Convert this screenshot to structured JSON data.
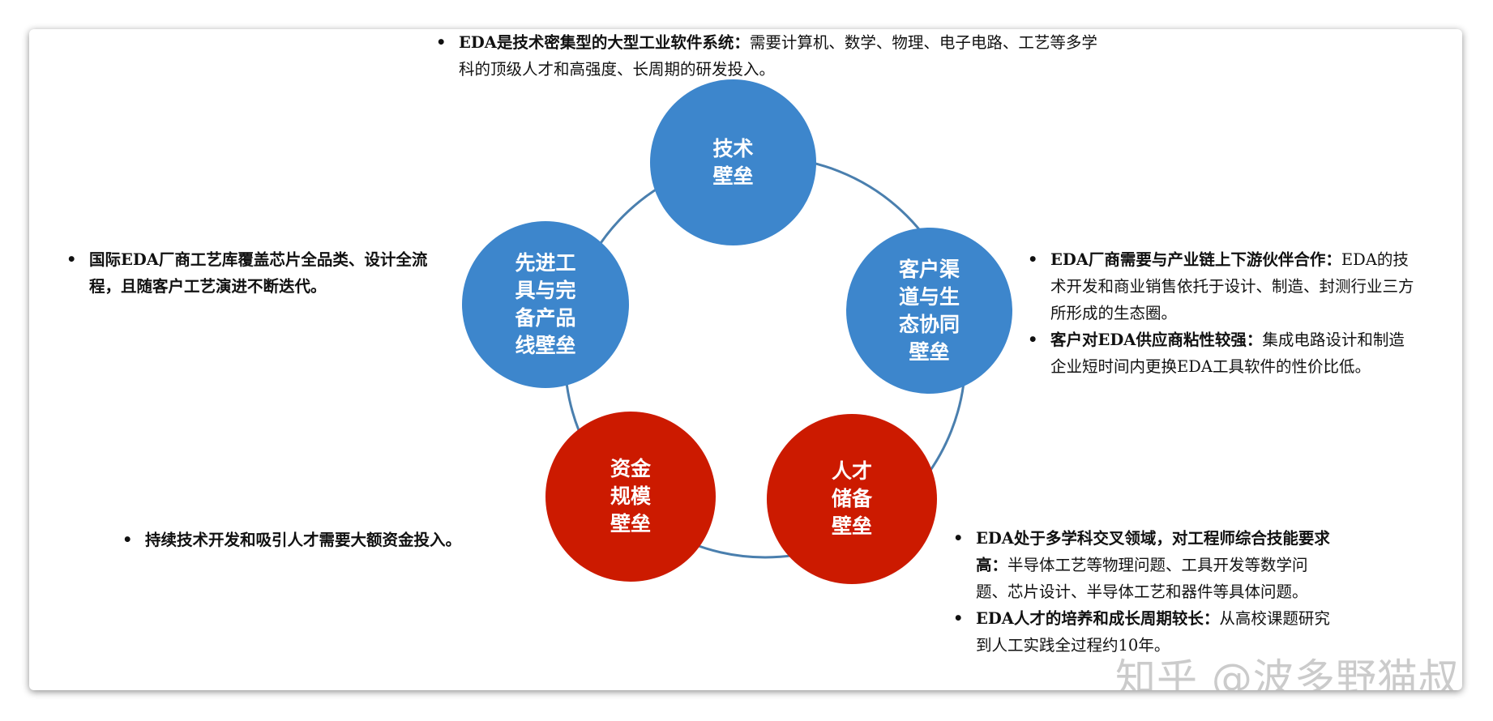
{
  "nodes": {
    "tech": {
      "label": "技术\n壁垒",
      "color": "#3d86cc"
    },
    "channel": {
      "label": "客户渠\n道与生\n态协同\n壁垒",
      "color": "#3d86cc"
    },
    "talent": {
      "label": "人才\n储备\n壁垒",
      "color": "#cc1a00"
    },
    "capital": {
      "label": "资金\n规模\n壁垒",
      "color": "#cc1a00"
    },
    "tools": {
      "label": "先进工\n具与完\n备产品\n线壁垒",
      "color": "#3d86cc"
    }
  },
  "notes": {
    "tech": {
      "b1_bold": "EDA是技术密集型的大型工业软件系统：",
      "b1_text": "需要计算机、数学、物理、电子电路、工艺等多学科的顶级人才和高强度、长周期的研发投入。"
    },
    "tools": {
      "b1_bold": "国际EDA厂商工艺库覆盖芯片全品类、设计全流程，且随客户工艺演进不断迭代。"
    },
    "channel": {
      "b1_bold": "EDA厂商需要与产业链上下游伙伴合作：",
      "b1_text": "EDA的技术开发和商业销售依托于设计、制造、封测行业三方所形成的生态圈。",
      "b2_bold": "客户对EDA供应商粘性较强：",
      "b2_text": "集成电路设计和制造企业短时间内更换EDA工具软件的性价比低。"
    },
    "capital": {
      "b1_bold": "持续技术开发和吸引人才需要大额资金投入。"
    },
    "talent": {
      "b1_bold": "EDA处于多学科交叉领域，对工程师综合技能要求高：",
      "b1_text": "半导体工艺等物理问题、工具开发等数学问题、芯片设计、半导体工艺和器件等具体问题。",
      "b2_bold": "EDA人才的培养和成长周期较长：",
      "b2_text": "从高校课题研究到人工实践全过程约10年。"
    }
  },
  "ring_color": "#4a7fae",
  "watermark": "知乎 @波多野猫叔"
}
